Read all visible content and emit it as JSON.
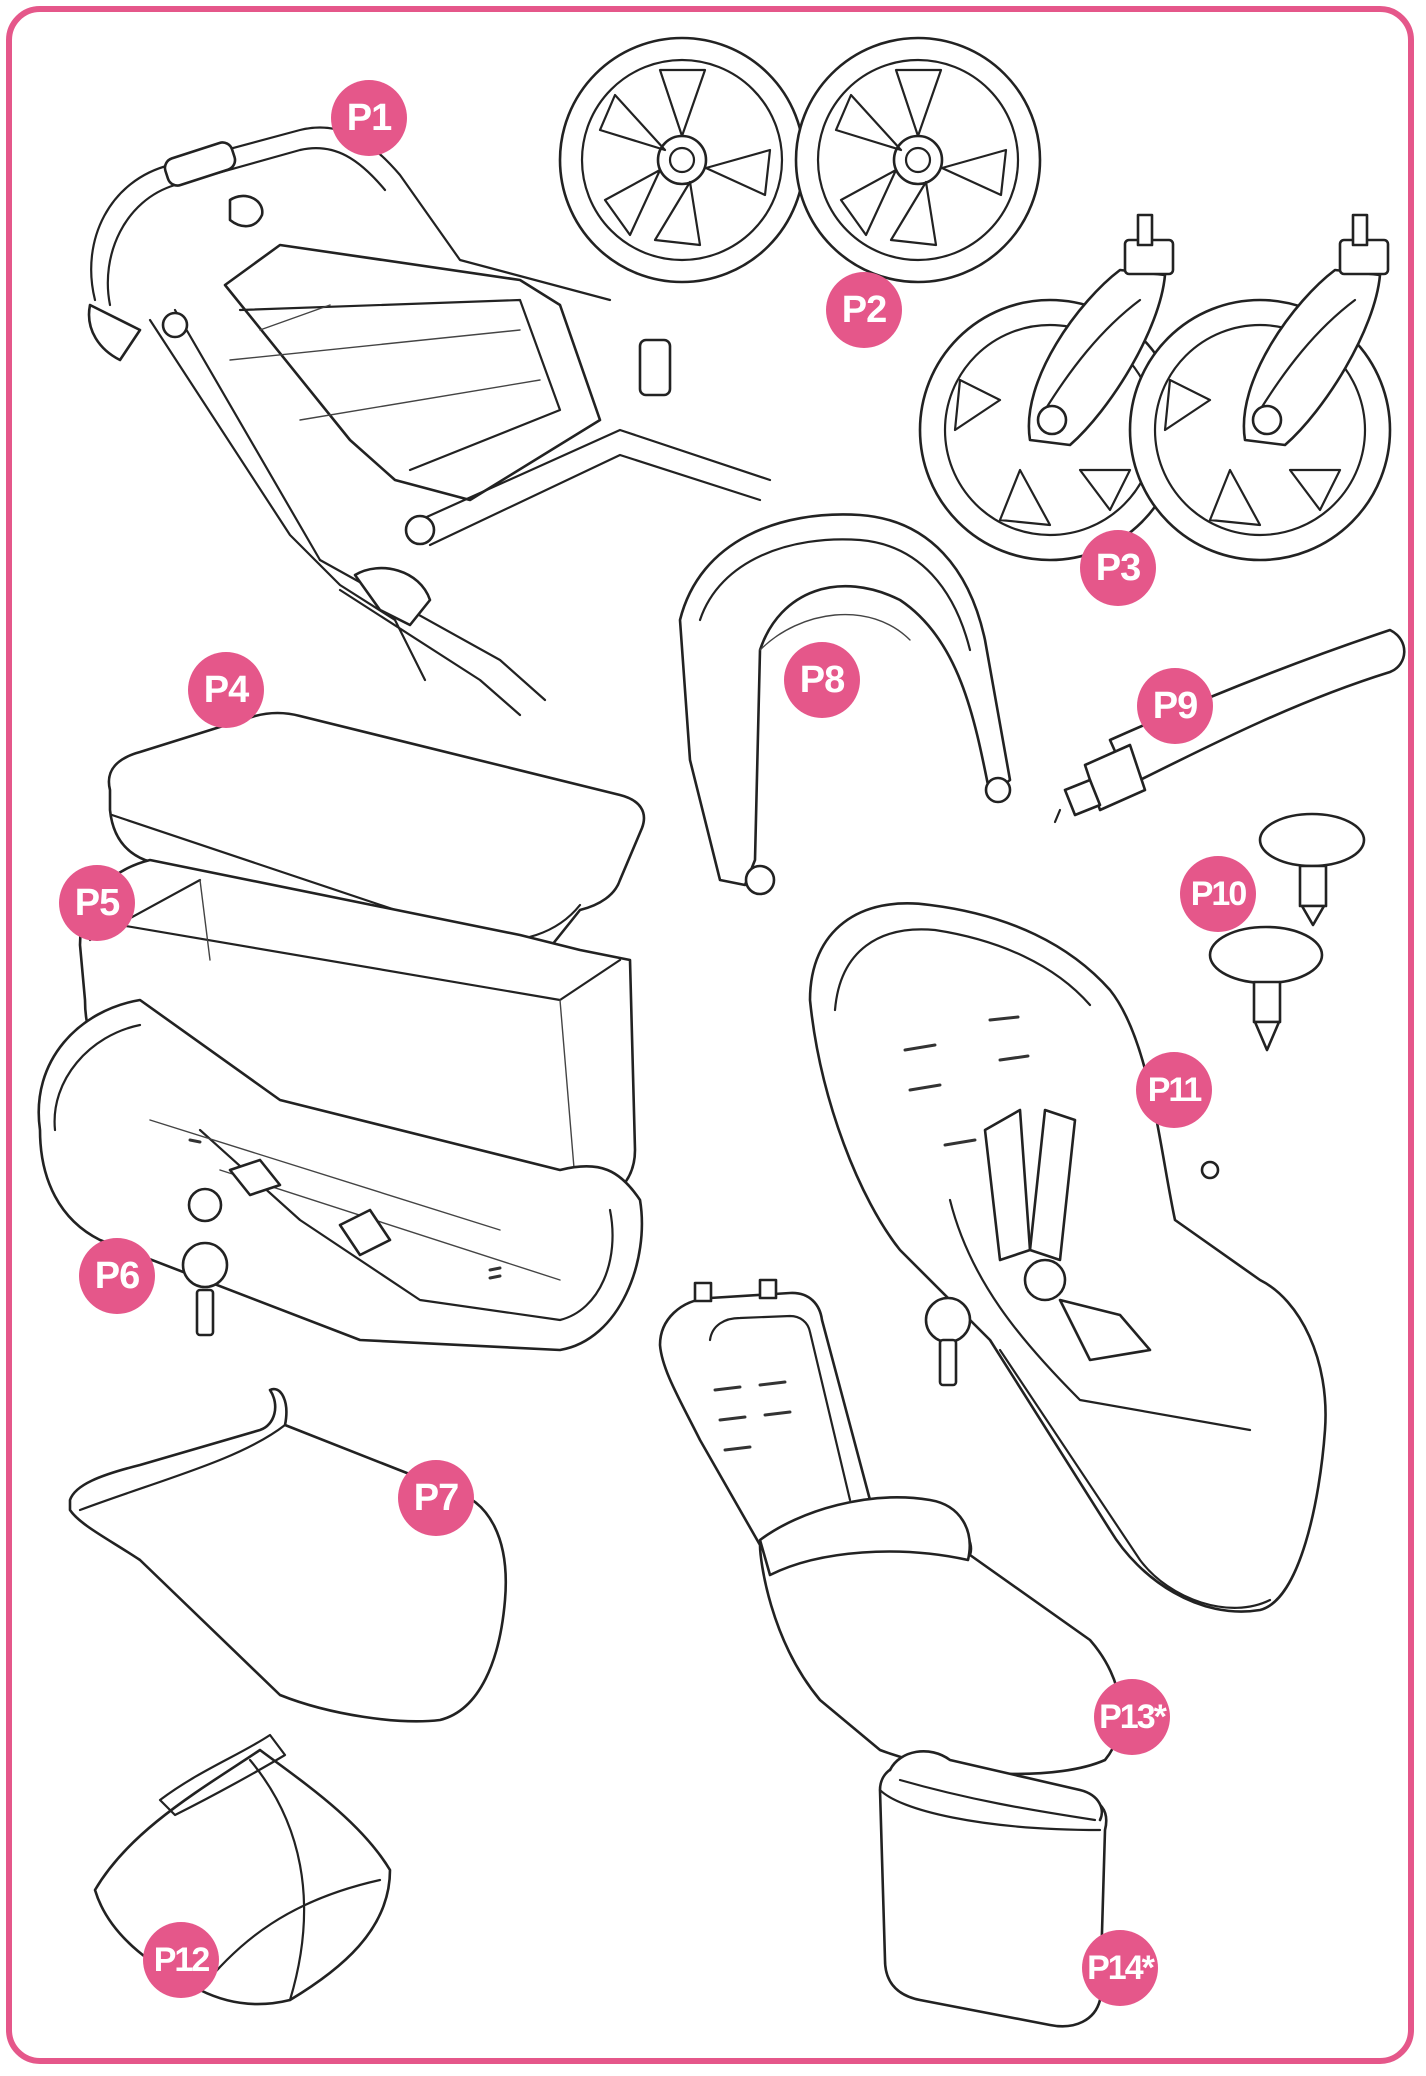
{
  "colors": {
    "accent": "#e5578a",
    "line": "#222222",
    "background": "#ffffff"
  },
  "parts": [
    {
      "id": "p1",
      "label": "P1",
      "icon": "stroller-chassis-icon"
    },
    {
      "id": "p2",
      "label": "P2",
      "icon": "rear-wheels-icon"
    },
    {
      "id": "p3",
      "label": "P3",
      "icon": "front-swivel-wheels-icon"
    },
    {
      "id": "p4",
      "label": "P4",
      "icon": "carrycot-mattress-icon"
    },
    {
      "id": "p5",
      "label": "P5",
      "icon": "carrycot-liner-icon"
    },
    {
      "id": "p6",
      "label": "P6",
      "icon": "carrycot-frame-icon"
    },
    {
      "id": "p7",
      "label": "P7",
      "icon": "apron-cover-icon"
    },
    {
      "id": "p8",
      "label": "P8",
      "icon": "canopy-hood-icon"
    },
    {
      "id": "p9",
      "label": "P9",
      "icon": "bumper-bar-icon"
    },
    {
      "id": "p10",
      "label": "P10",
      "icon": "seat-adapters-icon"
    },
    {
      "id": "p11",
      "label": "P11",
      "icon": "toddler-seat-icon"
    },
    {
      "id": "p12",
      "label": "P12",
      "icon": "storage-bag-icon"
    },
    {
      "id": "p13",
      "label": "P13*",
      "icon": "seat-liner-footmuff-icon"
    },
    {
      "id": "p14",
      "label": "P14*",
      "icon": "changing-bag-icon"
    }
  ]
}
